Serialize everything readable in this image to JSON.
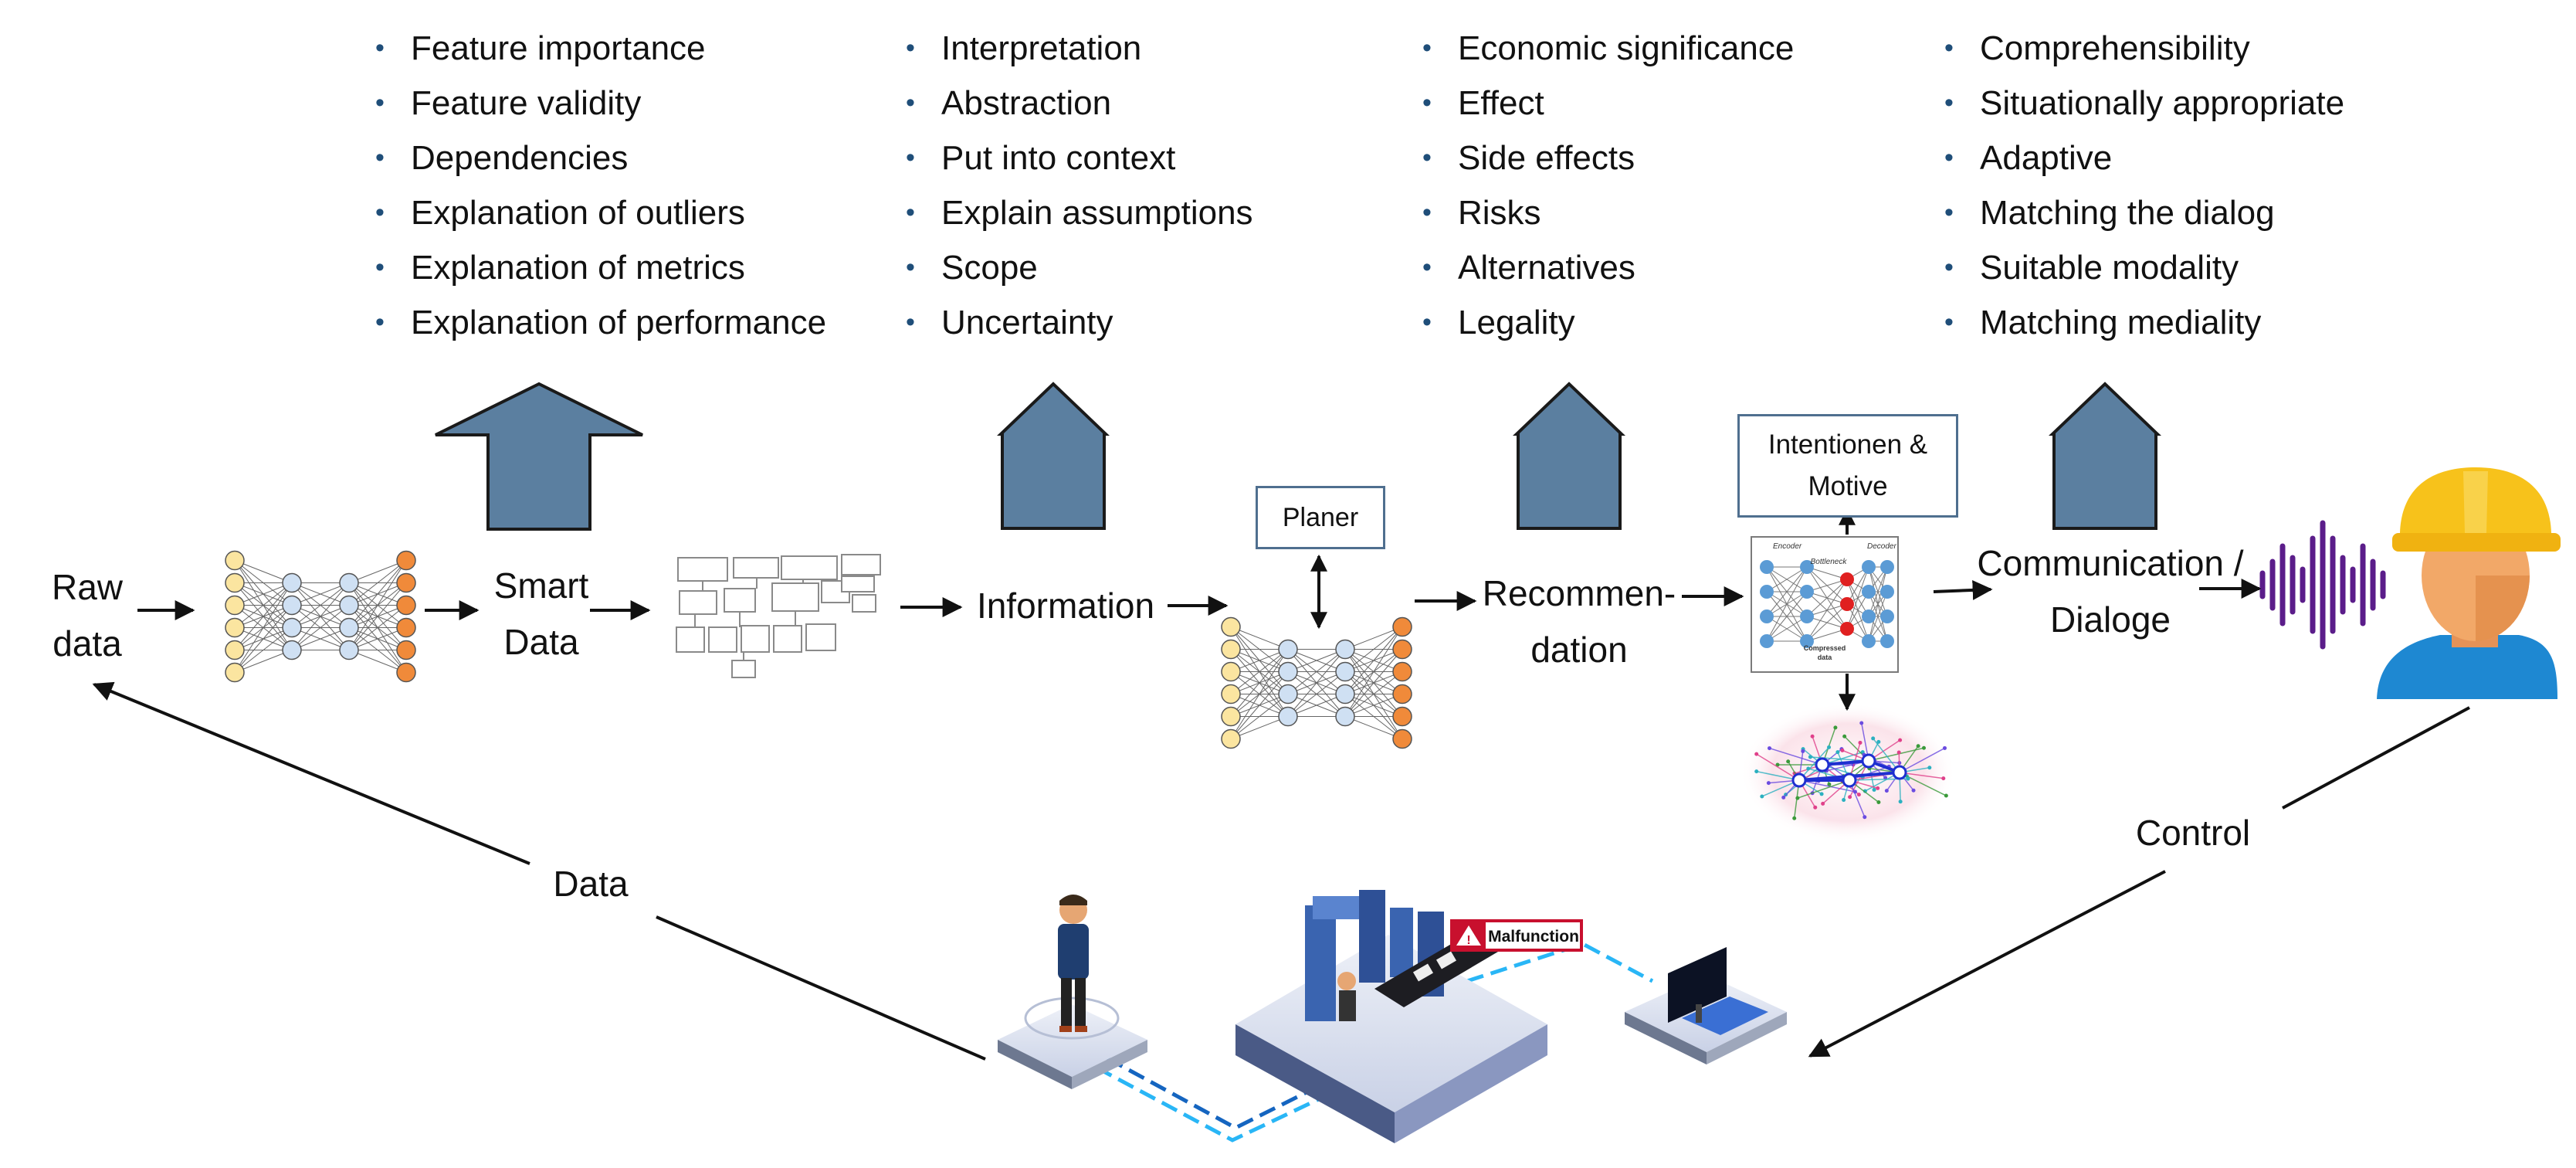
{
  "lists": [
    {
      "items": [
        "Feature importance",
        "Feature validity",
        "Dependencies",
        "Explanation of outliers",
        "Explanation of metrics",
        "Explanation of performance"
      ]
    },
    {
      "items": [
        "Interpretation",
        "Abstraction",
        "Put into context",
        "Explain assumptions",
        "Scope",
        "Uncertainty"
      ]
    },
    {
      "items": [
        "Economic significance",
        "Effect",
        "Side effects",
        "Risks",
        "Alternatives",
        "Legality"
      ]
    },
    {
      "items": [
        "Comprehensibility",
        "Situationally appropriate",
        "Adaptive",
        "Matching the dialog",
        "Suitable modality",
        "Matching mediality"
      ]
    }
  ],
  "bullet": "•",
  "labels": {
    "raw_data": [
      "Raw",
      "data"
    ],
    "smart_data": [
      "Smart",
      "Data"
    ],
    "information": "Information",
    "recommendation": [
      "Recommen-",
      "dation"
    ],
    "communication": [
      "Communication /",
      "Dialoge"
    ],
    "data": "Data",
    "control": "Control"
  },
  "boxes": {
    "planer": "Planer",
    "intentions": [
      "Intentionen &",
      "Motive"
    ]
  },
  "autoencoder": {
    "encoder": "Encoder",
    "bottleneck": "Bottleneck",
    "decoder": "Decoder",
    "compressed": [
      "Compressed",
      "data"
    ]
  },
  "alert": {
    "text": "Malfunction",
    "symbol": "!"
  },
  "colors": {
    "arrow_fill": "#5b7fa0",
    "arrow_stroke": "#1a1a1a",
    "node_input": "#fbe5a0",
    "node_hidden": "#cfe0f3",
    "node_output": "#f08a3a",
    "alert_red": "#c8102e",
    "wave_purple": "#5b1d8a",
    "helmet_yellow": "#f7c21b",
    "shirt_blue": "#1e88d2",
    "skin": "#f2a868"
  }
}
